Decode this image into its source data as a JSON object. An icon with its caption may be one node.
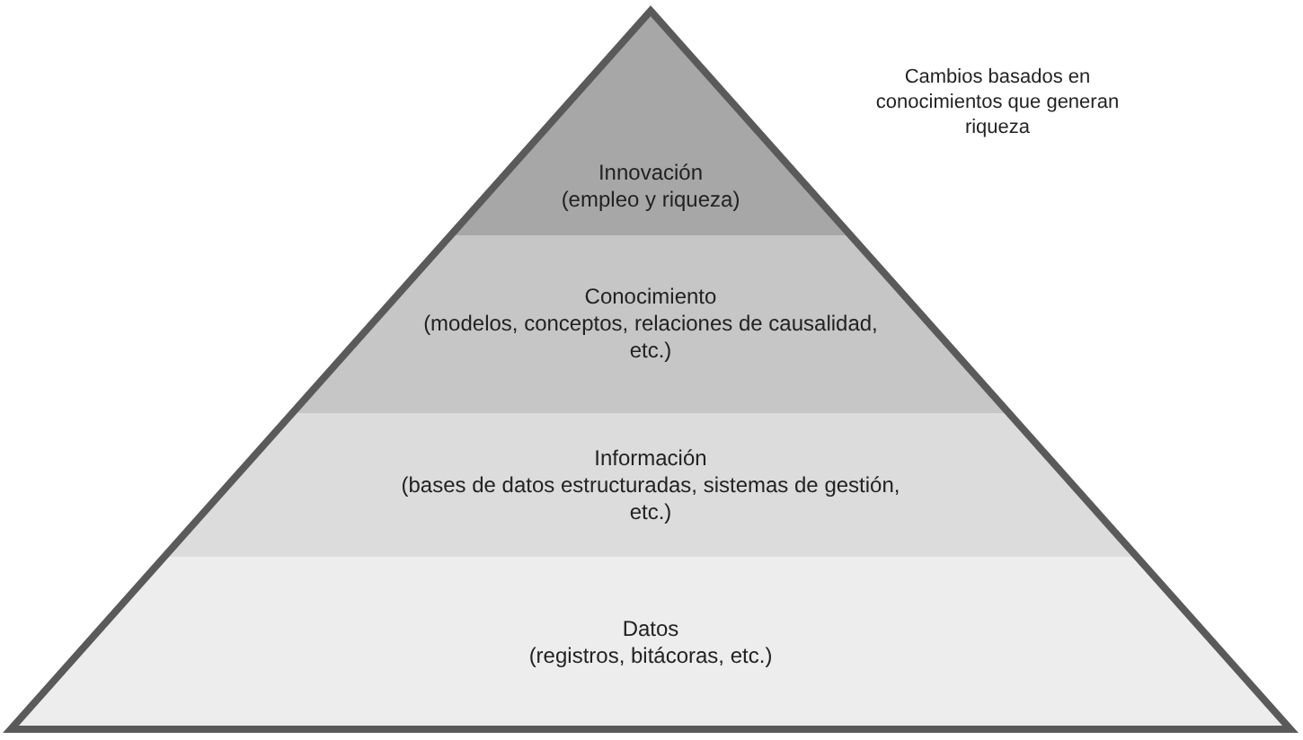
{
  "diagram": {
    "nodes": [
      {
        "text": [
          "Innovación",
          "(empleo y riqueza)"
        ]
      },
      {
        "text": [
          "Conocimiento",
          "(modelos, conceptos, relaciones de causalidad, etc.)"
        ]
      },
      {
        "text": [
          "Información",
          "(bases de datos estructuradas, sistemas de gestión, etc.)"
        ]
      },
      {
        "text": [
          "Datos",
          "(registros, bitácoras, etc.)"
        ]
      }
    ],
    "edges": [],
    "labels": [
      "Cambios basados en conocimientos que generan riqueza"
    ]
  }
}
